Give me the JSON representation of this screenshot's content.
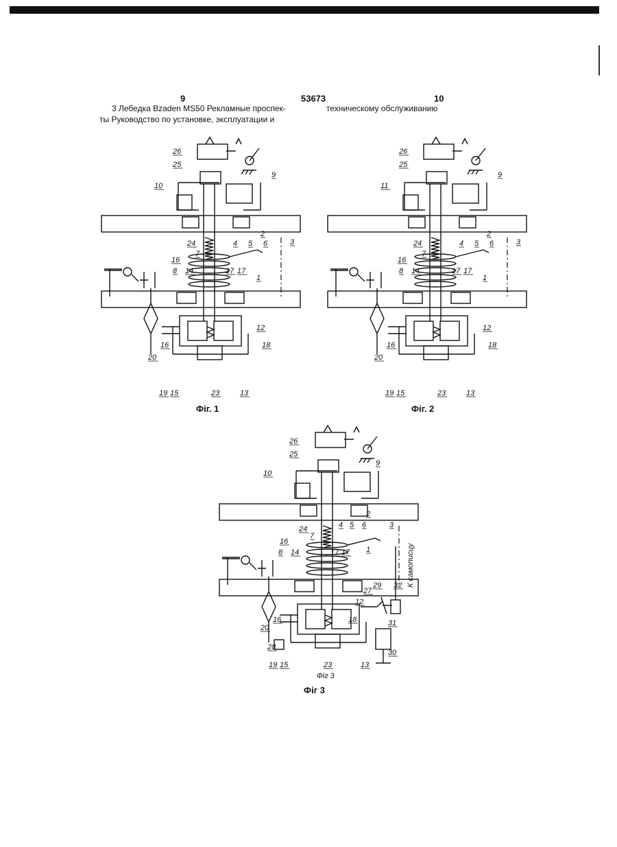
{
  "page": {
    "page_left": "9",
    "patent_number": "53673",
    "page_right": "10"
  },
  "text": {
    "col_left_line1": "3 Лебедка Bzaden MS50  Рекламные проспек-",
    "col_left_line2": "ты  Руководство  по  установке,  эксплуатации  и",
    "col_right_line1": "техническому обслуживанию"
  },
  "figures": [
    {
      "caption": "Фіг. 1",
      "labels": [
        "26",
        "25",
        "9",
        "10",
        "2",
        "3",
        "24",
        "7",
        "4",
        "5",
        "6",
        "16",
        "14",
        "8",
        "17",
        "17",
        "1",
        "12",
        "18",
        "16",
        "20",
        "19",
        "15",
        "23",
        "13"
      ]
    },
    {
      "caption": "Фіг. 2",
      "labels": [
        "26",
        "25",
        "9",
        "11",
        "2",
        "3",
        "24",
        "7",
        "4",
        "5",
        "6",
        "16",
        "14",
        "8",
        "17",
        "17",
        "1",
        "12",
        "18",
        "16",
        "20",
        "19",
        "15",
        "23",
        "13"
      ]
    },
    {
      "caption": "Фіг 3",
      "inner_caption": "Фіг 3",
      "side_note": "К самописцу",
      "labels": [
        "26",
        "25",
        "9",
        "10",
        "2",
        "3",
        "24",
        "7",
        "4",
        "5",
        "6",
        "16",
        "14",
        "8",
        "17",
        "17",
        "1",
        "27",
        "29",
        "32",
        "12",
        "18",
        "16",
        "20",
        "31",
        "28",
        "30",
        "19",
        "15",
        "23",
        "13"
      ]
    }
  ]
}
